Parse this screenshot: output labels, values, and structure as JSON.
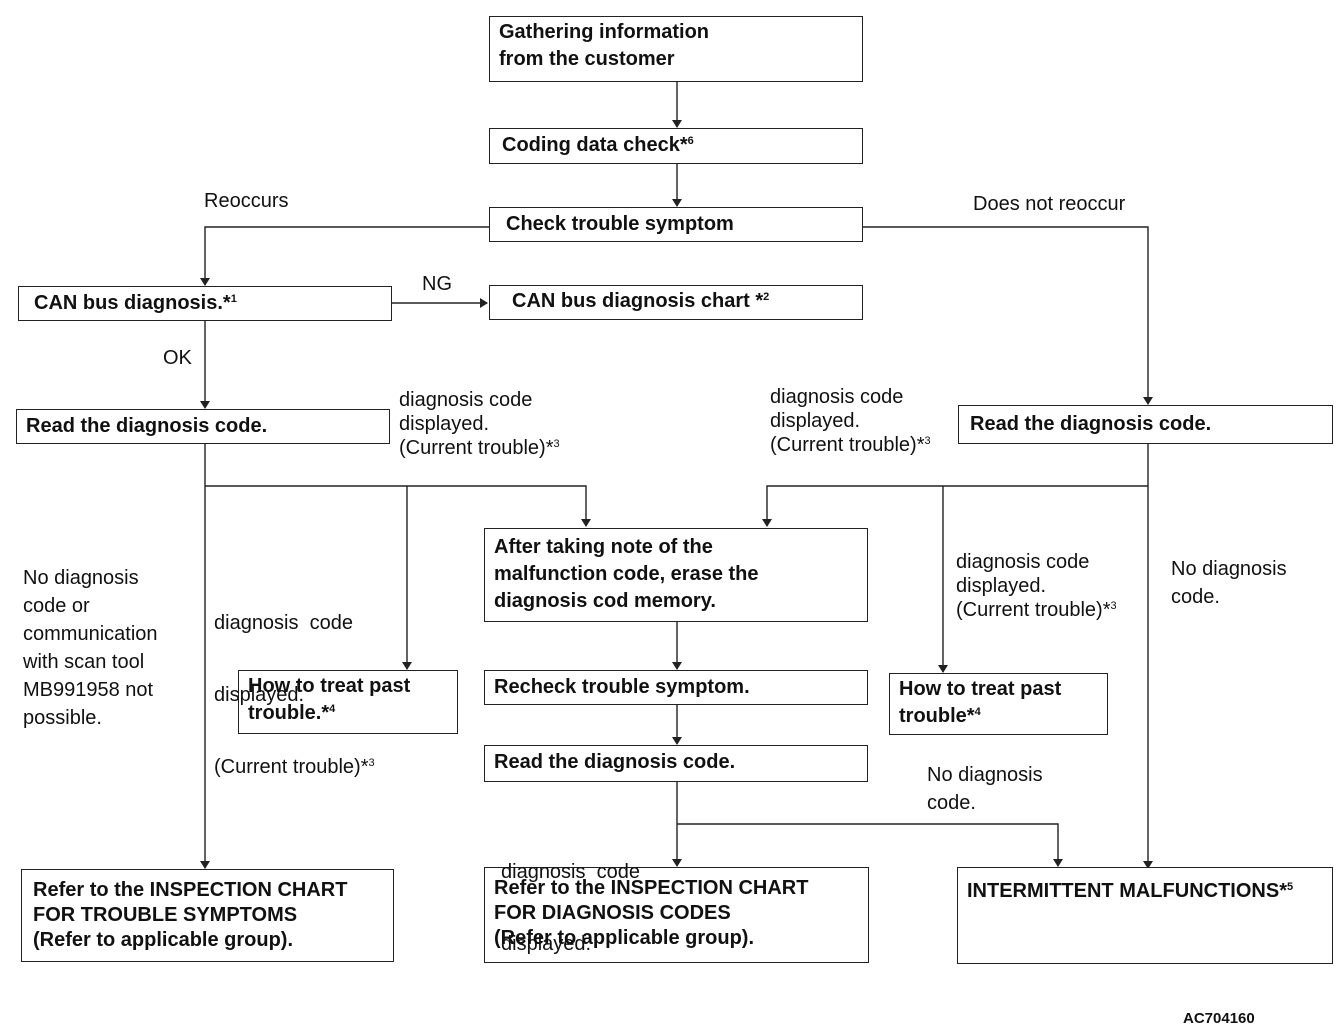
{
  "boxes": {
    "gather": [
      "Gathering information",
      "from the customer"
    ],
    "coding": "Coding data check*",
    "coding_sup": "6",
    "check_symptom": "Check trouble symptom",
    "can_diag": "CAN bus diagnosis.*",
    "can_diag_sup": "1",
    "can_chart": "CAN bus diagnosis chart *",
    "can_chart_sup": "2",
    "read_left": "Read the diagnosis code.",
    "read_right": "Read the diagnosis code.",
    "erase": [
      "After taking note of the",
      "malfunction code, erase the",
      "diagnosis cod memory."
    ],
    "recheck": "Recheck trouble symptom.",
    "read_center": "Read the diagnosis code.",
    "past_left": [
      "How to treat past",
      "trouble.*"
    ],
    "past_left_sup": "4",
    "past_right": [
      "How to treat past",
      "trouble*"
    ],
    "past_right_sup": "4",
    "insp_symptoms": [
      "Refer to the INSPECTION CHART",
      "FOR TROUBLE SYMPTOMS",
      "(Refer to applicable group)."
    ],
    "insp_codes": [
      "Refer to the INSPECTION CHART",
      "FOR DIAGNOSIS CODES",
      "(Refer to applicable group)."
    ],
    "intermittent": "INTERMITTENT MALFUNCTIONS*",
    "intermittent_sup": "5"
  },
  "labels": {
    "reoccurs": "Reoccurs",
    "not_reoccur": "Does not reoccur",
    "ng": "NG",
    "ok": "OK",
    "dc_left_top": [
      "diagnosis code",
      "displayed.",
      "(Current trouble)*"
    ],
    "dc_left_top_sup": "3",
    "dc_right_top": [
      "diagnosis code",
      "displayed.",
      "(Current trouble)*"
    ],
    "dc_right_top_sup": "3",
    "no_code_left": [
      "No diagnosis",
      "code or",
      "communication",
      "with scan tool",
      "MB991958 not",
      "possible."
    ],
    "dc_left_mid": [
      "diagnosis  code",
      "displayed.",
      "(Current trouble)*"
    ],
    "dc_left_mid_sup": "3",
    "dc_right_mid": [
      "diagnosis code",
      "displayed.",
      "(Current trouble)*"
    ],
    "dc_right_mid_sup": "3",
    "no_code_right": [
      "No diagnosis",
      "code."
    ],
    "no_code_center": [
      "No diagnosis",
      "code."
    ],
    "dc_bottom": [
      "diagnosis  code",
      "displayed."
    ]
  },
  "figure_ref": "AC704160"
}
